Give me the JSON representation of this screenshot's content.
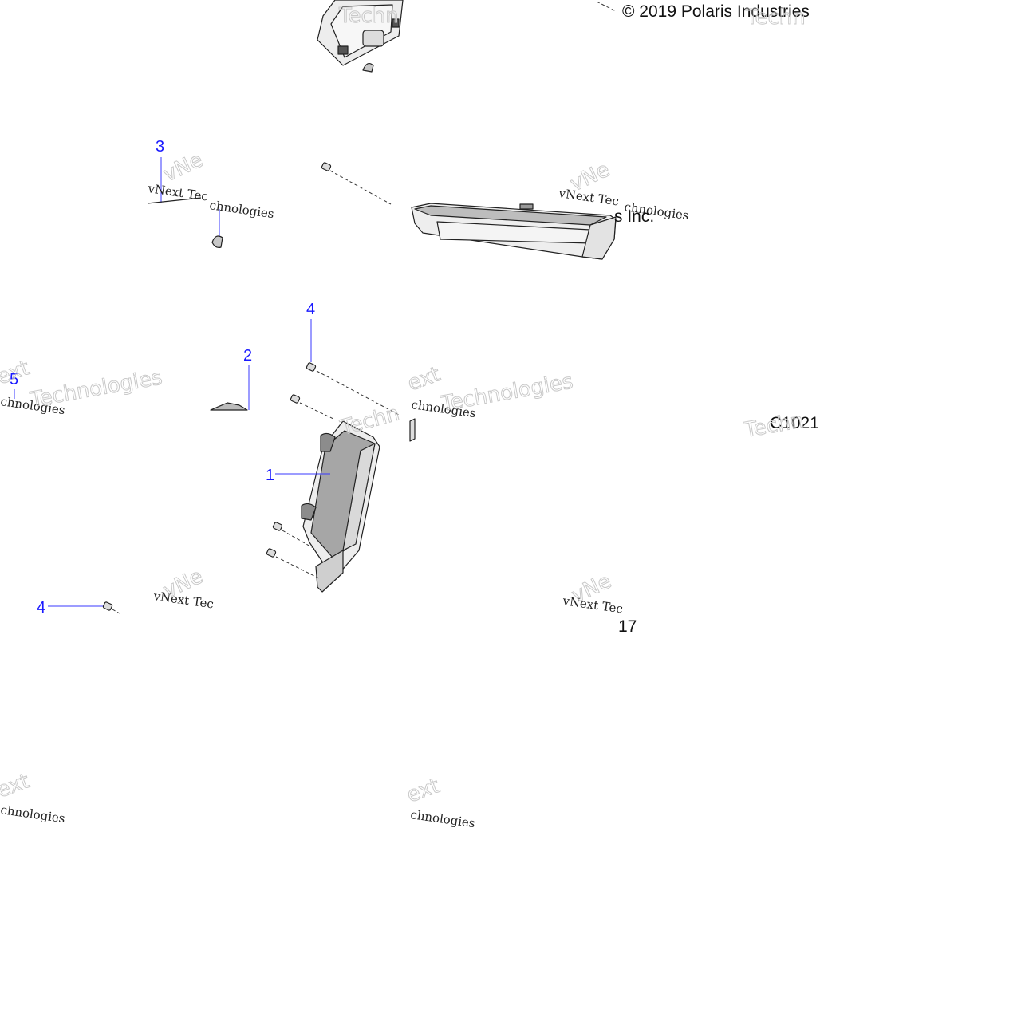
{
  "diagram": {
    "copyright": "© 2019 Polaris Industries",
    "copyright_tail": "s Inc.",
    "figure_code": "C1021",
    "page_number": "17",
    "callouts": {
      "c1": "1",
      "c2": "2",
      "c3": "3",
      "c4a": "4",
      "c4b": "4",
      "c5": "5"
    },
    "watermarks": {
      "brand_line": "vNext Tec",
      "tech_line": "Technologies",
      "tech_partial": "chnologies",
      "ext_partial": "ext",
      "ghost_word": "Techn",
      "ghost_short": "vNe"
    }
  }
}
